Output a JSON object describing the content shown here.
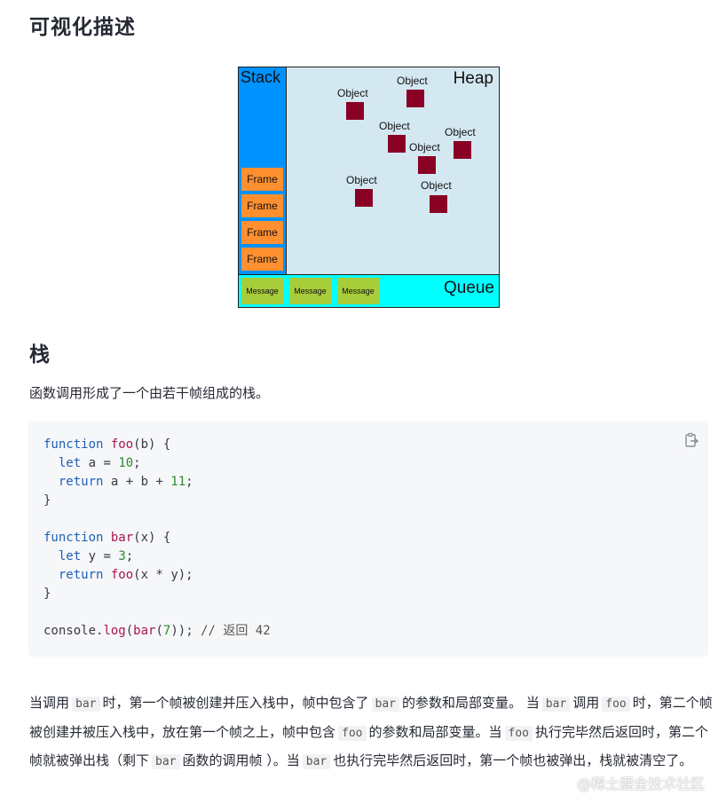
{
  "title1": "可视化描述",
  "diagram": {
    "stack_label": "Stack",
    "heap_label": "Heap",
    "queue_label": "Queue",
    "frames": [
      "Frame",
      "Frame",
      "Frame",
      "Frame"
    ],
    "object_label": "Object",
    "messages": [
      "Message",
      "Message",
      "Message"
    ],
    "colors": {
      "stack": "#0092ff",
      "frame": "#ff8f2f",
      "heap": "#d4e8f2",
      "object": "#8a0025",
      "queue": "#00ffff",
      "message": "#a8cd3b"
    }
  },
  "title2": "栈",
  "intro": "函数调用形成了一个由若干帧组成的栈。",
  "code": {
    "copy_icon": "clipboard-icon",
    "lines": [
      "function foo(b) {",
      "  let a = 10;",
      "  return a + b + 11;",
      "}",
      "",
      "function bar(x) {",
      "  let y = 3;",
      "  return foo(x * y);",
      "}",
      "",
      "console.log(bar(7)); // 返回 42"
    ]
  },
  "para": {
    "t1": "当调用",
    "c1": "bar",
    "t2": "时，第一个帧被创建并压入栈中，帧中包含了",
    "c2": "bar",
    "t3": "的参数和局部变量。 当",
    "c3": "bar",
    "t4": "调用",
    "c4": "foo",
    "t5": "时，第二个帧被创建并被压入栈中，放在第一个帧之上，帧中包含",
    "c5": "foo",
    "t6": "的参数和局部变量。当",
    "c6": "foo",
    "t7": "执行完毕然后返回时，第二个帧就被弹出栈（剩下",
    "c7": "bar",
    "t8": "函数的调用帧 ）。当",
    "c8": "bar",
    "t9": "也执行完毕然后返回时，第一个帧也被弹出，栈就被清空了。"
  },
  "watermark": "@稀土掘金技术社区"
}
